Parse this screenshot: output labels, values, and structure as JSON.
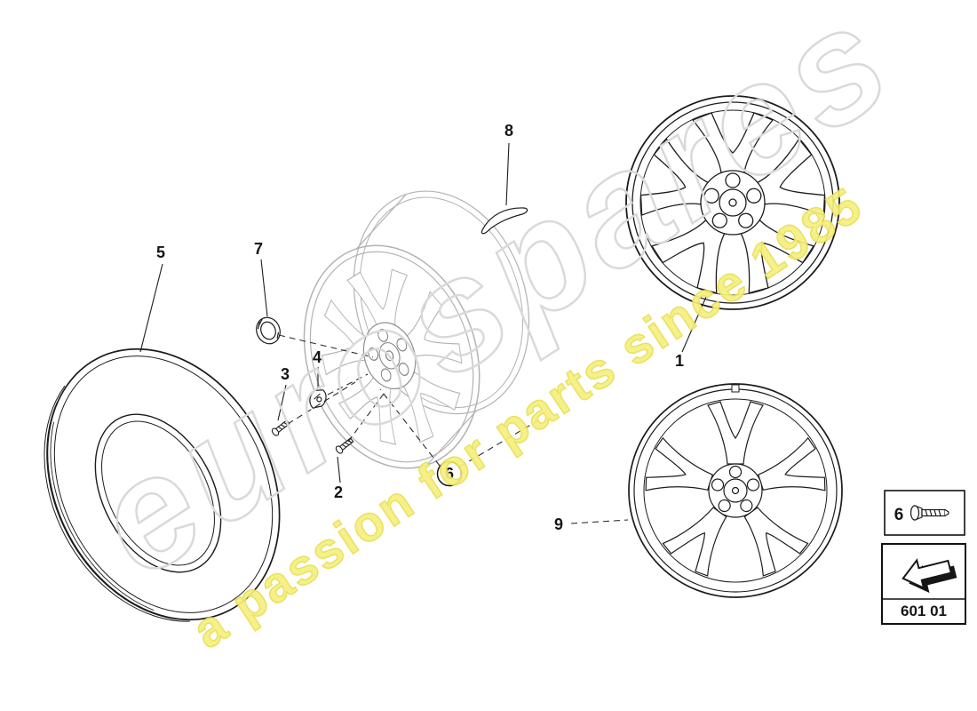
{
  "watermark": {
    "brand": "eurospares",
    "tagline": "a passion for parts since 1985",
    "brand_outline_color": "#d9d9d9",
    "tagline_color": "#f5ef7d"
  },
  "diagram": {
    "code": "601 01",
    "callouts": [
      {
        "label": "1"
      },
      {
        "label": "2"
      },
      {
        "label": "3"
      },
      {
        "label": "4"
      },
      {
        "label": "5"
      },
      {
        "label": "6"
      },
      {
        "label": "7"
      },
      {
        "label": "8"
      },
      {
        "label": "9"
      }
    ],
    "legend": {
      "item_label": "6"
    }
  }
}
